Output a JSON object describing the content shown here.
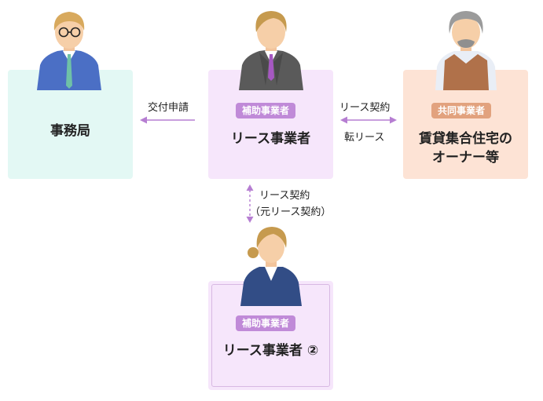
{
  "nodes": {
    "office": {
      "title": "事務局"
    },
    "lease_operator": {
      "badge": "補助事業者",
      "title": "リース事業者"
    },
    "owner": {
      "badge": "共同事業者",
      "title_line1": "賃貸集合住宅の",
      "title_line2": "オーナー等"
    },
    "lease_operator_2": {
      "badge": "補助事業者",
      "title": "リース事業者 ②"
    }
  },
  "edges": {
    "grant_application": {
      "label": "交付申請"
    },
    "owner_link": {
      "label_top": "リース契約",
      "label_bottom": "転リース"
    },
    "down_link": {
      "label_line1": "リース契約",
      "label_line2": "（元リース契約）"
    }
  },
  "colors": {
    "office_bg": "#e3f8f4",
    "lease_bg": "#f6e6fb",
    "owner_bg": "#fde3d5",
    "badge_purple": "#c08ad8",
    "badge_orange": "#e2a27e",
    "arrow": "#b67ed2"
  }
}
